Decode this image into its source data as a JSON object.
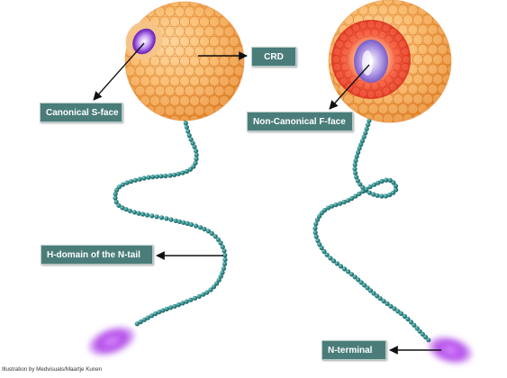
{
  "labels": {
    "crd": "CRD",
    "canonical_s_face": "Canonical S-face",
    "non_canonical_f_face": "Non-Canonical F-face",
    "h_domain": "H-domain of the N-tail",
    "n_terminal": "N-terminal"
  },
  "credit": "Illustration by Medvisuals/Maartje Kunen",
  "colors": {
    "label_bg": "#4a7d79",
    "label_text": "#ffffff",
    "bead": "#2f8c8c",
    "sphere_orange": "#f5a24a",
    "f_face_red": "#ea3b2b",
    "s_face_purple": "#8b3fd0",
    "n_terminal_purple": "#b24be8",
    "arrow": "#111111"
  }
}
